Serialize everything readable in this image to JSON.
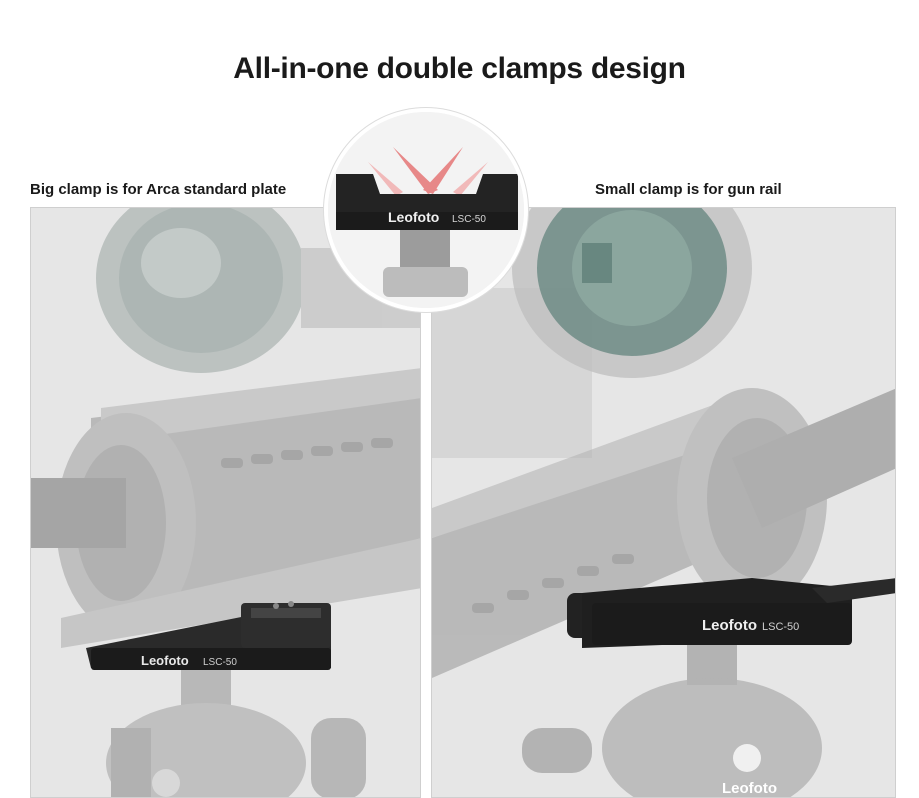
{
  "title": "All-in-one double clamps design",
  "captions": {
    "left": "Big clamp is for Arca standard plate",
    "right": "Small clamp is for gun rail"
  },
  "inset": {
    "brand": "Leofoto",
    "model": "LSC-50"
  },
  "left_panel": {
    "brand": "Leofoto",
    "model": "LSC-50"
  },
  "right_panel": {
    "brand": "Leofoto",
    "model": "LSC-50",
    "tripod_brand": "Leofoto"
  },
  "colors": {
    "clamp": "#1b1b1b",
    "faded_gray": "#b9b9b9",
    "scope_lens": "#6f8c86"
  }
}
